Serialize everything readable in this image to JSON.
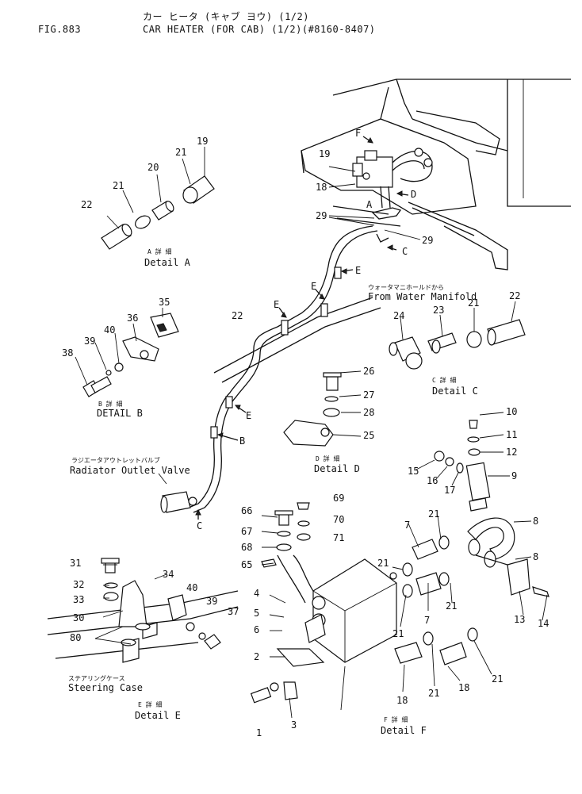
{
  "header": {
    "fig_no": "FIG.883",
    "title_jp": "カー ヒータ (キャブ ヨウ) (1/2)",
    "title_en": "CAR HEATER (FOR CAB) (1/2)(#8160-8407)"
  },
  "details": {
    "a_jp": "A 詳 細",
    "a_en": "Detail A",
    "b_jp": "B 詳 細",
    "b_en": "DETAIL B",
    "c_jp": "C 詳 細",
    "c_en": "Detail C",
    "d_jp": "D 詳 細",
    "d_en": "Detail D",
    "e_jp": "E 詳 細",
    "e_en": "Detail E",
    "f_jp": "F 詳 細",
    "f_en": "Detail F"
  },
  "notes": {
    "manifold_jp": "ウォータマニホールドから",
    "manifold_en": "From Water Manifold",
    "valve_jp": "ラジエータアウトレットバルブ",
    "valve_en": "Radiator Outlet Valve",
    "steering_jp": "ステアリングケース",
    "steering_en": "Steering Case"
  },
  "callouts": {
    "F": "F",
    "D": "D",
    "A": "A",
    "C": "C",
    "E": "E",
    "B": "B"
  },
  "parts": {
    "p1": "1",
    "p2": "2",
    "p3": "3",
    "p4": "4",
    "p5": "5",
    "p6": "6",
    "p7": "7",
    "p8": "8",
    "p9": "9",
    "p10": "10",
    "p11": "11",
    "p12": "12",
    "p13": "13",
    "p14": "14",
    "p15": "15",
    "p16": "16",
    "p17": "17",
    "p18": "18",
    "p19": "19",
    "p20": "20",
    "p21": "21",
    "p22": "22",
    "p23": "23",
    "p24": "24",
    "p25": "25",
    "p26": "26",
    "p27": "27",
    "p28": "28",
    "p29": "29",
    "p30": "30",
    "p31": "31",
    "p32": "32",
    "p33": "33",
    "p34": "34",
    "p35": "35",
    "p36": "36",
    "p37": "37",
    "p38": "38",
    "p39": "39",
    "p40": "40",
    "p65": "65",
    "p66": "66",
    "p67": "67",
    "p68": "68",
    "p69": "69",
    "p70": "70",
    "p71": "71",
    "p80": "80"
  }
}
